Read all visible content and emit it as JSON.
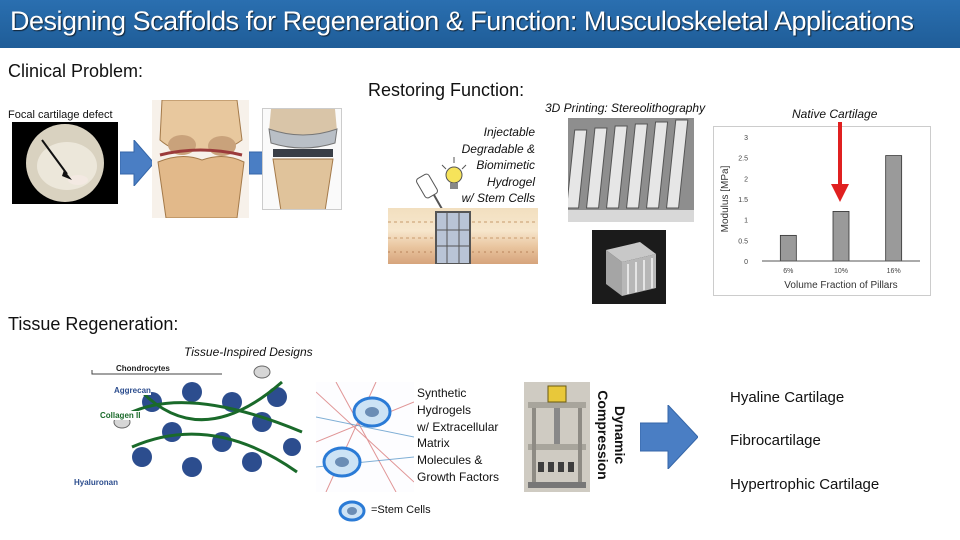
{
  "title": "Designing Scaffolds for Regeneration & Function: Musculoskeletal Applications",
  "clinical_problem": {
    "heading": "Clinical Problem:",
    "focal_label": "Focal cartilage defect"
  },
  "restoring": {
    "heading": "Restoring Function:",
    "hydrogel_lines": [
      "Injectable",
      "Degradable &",
      "Biomimetic",
      "Hydrogel",
      "w/ Stem Cells"
    ],
    "printing_label": "3D Printing: Stereolithography",
    "native_label": "Native Cartilage"
  },
  "chart_data": {
    "type": "bar",
    "categories": [
      "6%",
      "10%",
      "16%"
    ],
    "values": [
      0.62,
      1.2,
      2.55
    ],
    "xlabel": "Volume Fraction of Pillars",
    "ylabel": "Modulus [MPa]",
    "ylim": [
      0,
      3
    ],
    "yticks": [
      "0",
      "0.5",
      "1",
      "1.5",
      "2",
      "2.5",
      "3"
    ],
    "grid": false
  },
  "tissue": {
    "heading": "Tissue Regeneration:",
    "inspired_label": "Tissue-Inspired Designs",
    "diagram_labels": [
      "Chondrocytes",
      "Aggrecan",
      "Collagen II",
      "Hyaluronan"
    ],
    "synthetic_lines": [
      "Synthetic",
      "Hydrogels",
      "w/ Extracellular",
      "Matrix",
      "Molecules &",
      "Growth Factors"
    ],
    "dynamic_lines": [
      "Dynamic",
      "Compression"
    ],
    "stem_legend": "=Stem Cells",
    "outcomes": [
      "Hyaline Cartilage",
      "Fibrocartilage",
      "Hypertrophic Cartilage"
    ]
  },
  "colors": {
    "title_bar": "#1f5d98",
    "arrow_blue": "#4a7ec4",
    "native_arrow": "#e02020"
  }
}
